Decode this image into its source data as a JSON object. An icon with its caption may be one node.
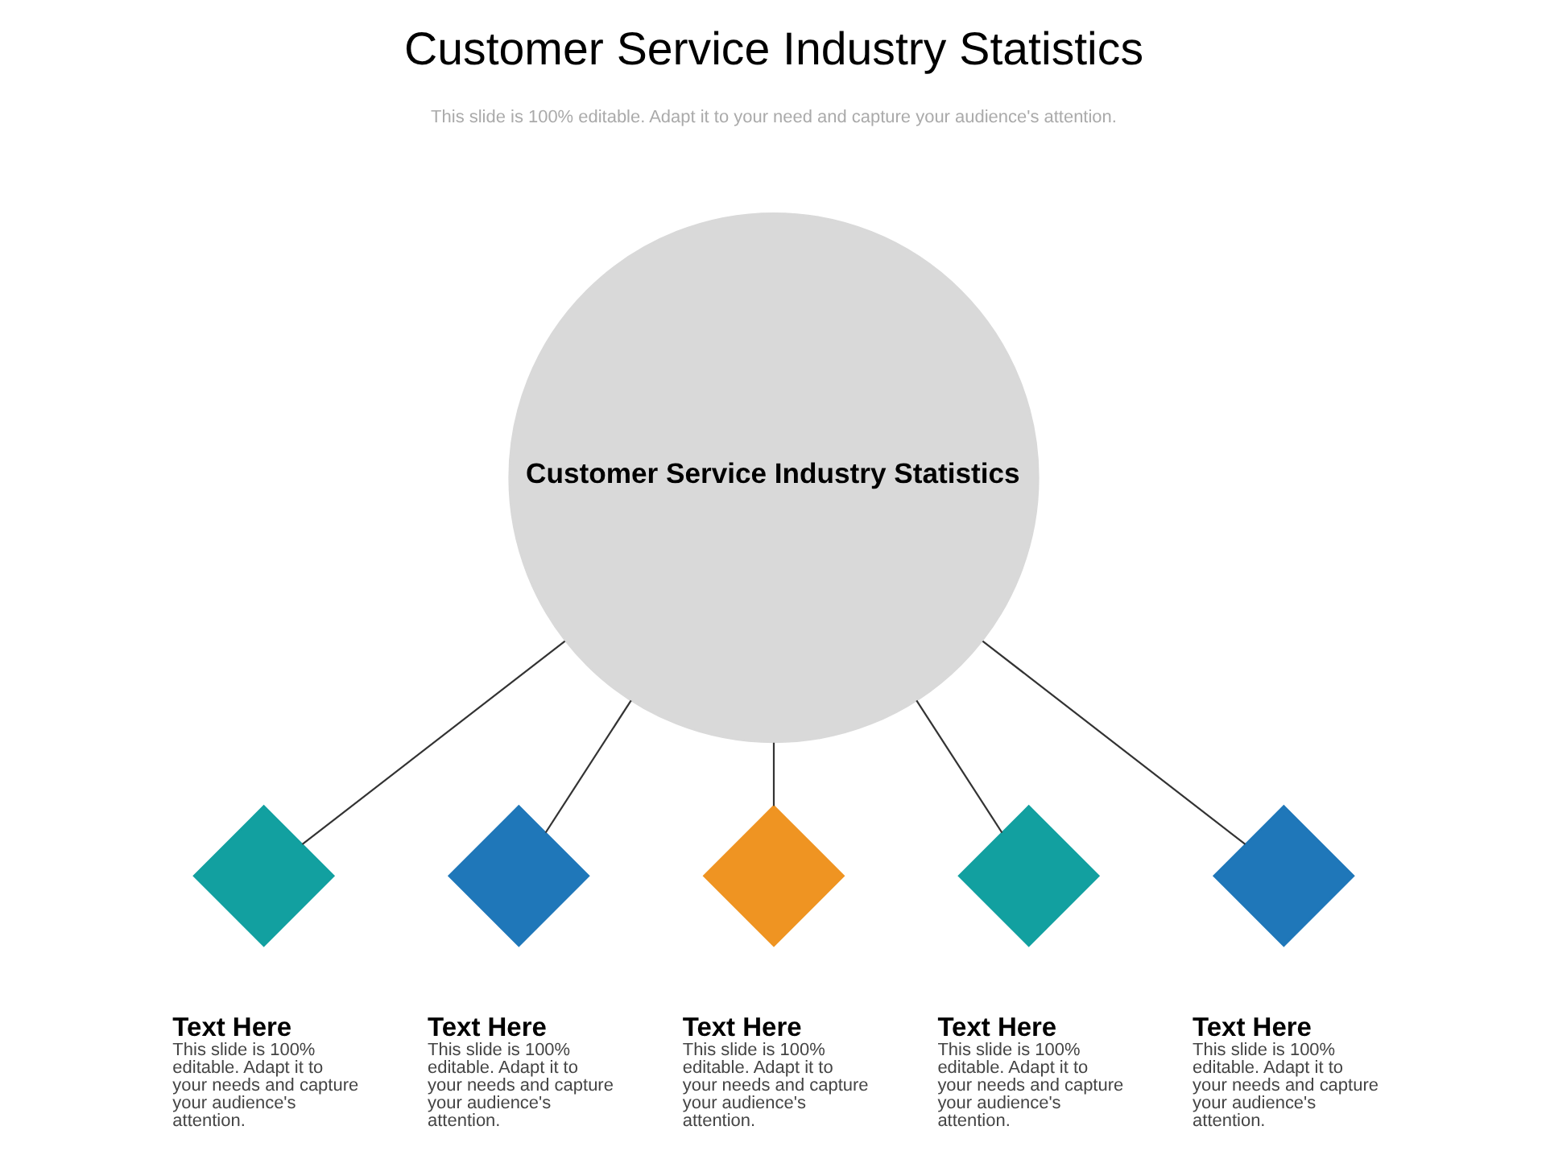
{
  "diagram": {
    "title": "Customer Service Industry Statistics",
    "nodes": [
      {
        "text": [
          "Customer Service Industry Statistics"
        ]
      },
      {
        "text": [],
        "shape": "diamond",
        "beside": [
          "Text Here",
          "This slide is 100% editable. Adapt it to your needs and capture your audience's attention."
        ]
      },
      {
        "text": [],
        "shape": "diamond",
        "beside": [
          "Text Here",
          "This slide is 100% editable. Adapt it to your needs and capture your audience's attention."
        ]
      },
      {
        "text": [],
        "shape": "diamond",
        "beside": [
          "Text Here",
          "This slide is 100% editable. Adapt it to your needs and capture your audience's attention."
        ]
      },
      {
        "text": [],
        "shape": "diamond",
        "beside": [
          "Text Here",
          "This slide is 100% editable. Adapt it to your needs and capture your audience's attention."
        ]
      },
      {
        "text": [],
        "shape": "diamond",
        "beside": [
          "Text Here",
          "This slide is 100% editable. Adapt it to your needs and capture your audience's attention."
        ]
      }
    ],
    "edges": [
      {
        "from": 0,
        "to": 1,
        "arrow": "none"
      },
      {
        "from": 0,
        "to": 2,
        "arrow": "none"
      },
      {
        "from": 0,
        "to": 3,
        "arrow": "none"
      },
      {
        "from": 0,
        "to": 4,
        "arrow": "none"
      },
      {
        "from": 0,
        "to": 5,
        "arrow": "none"
      }
    ],
    "labels": [
      "This slide is 100% editable. Adapt it to your need and capture your audience's attention."
    ]
  }
}
